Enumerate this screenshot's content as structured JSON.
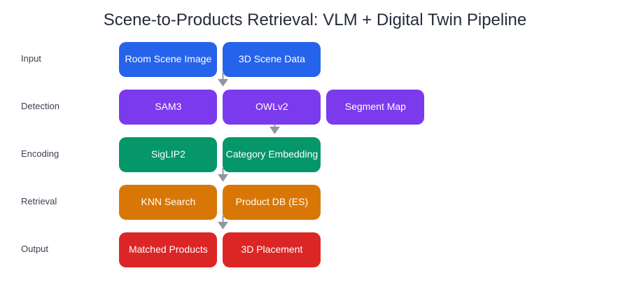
{
  "title": "Scene-to-Products Retrieval: VLM + Digital Twin Pipeline",
  "colors": {
    "background": "#ffffff",
    "title_text": "#262b3c",
    "label_text": "#394150",
    "node_text": "#ffffff",
    "arrow": "#8f96a1",
    "input": "#2563eb",
    "detection": "#7c3aed",
    "encoding": "#059669",
    "retrieval": "#d97706",
    "output": "#dc2626"
  },
  "rows": [
    {
      "id": "input",
      "label": "Input",
      "nodes": [
        "Room Scene Image",
        "3D Scene Data"
      ]
    },
    {
      "id": "detection",
      "label": "Detection",
      "nodes": [
        "SAM3",
        "OWLv2",
        "Segment Map"
      ]
    },
    {
      "id": "encoding",
      "label": "Encoding",
      "nodes": [
        "SigLIP2",
        "Category Embedding"
      ]
    },
    {
      "id": "retrieval",
      "label": "Retrieval",
      "nodes": [
        "KNN Search",
        "Product DB (ES)"
      ]
    },
    {
      "id": "output",
      "label": "Output",
      "nodes": [
        "Matched Products",
        "3D Placement"
      ]
    }
  ],
  "arrows": [
    {
      "from": "input",
      "to": "detection"
    },
    {
      "from": "detection",
      "to": "encoding"
    },
    {
      "from": "encoding",
      "to": "retrieval"
    },
    {
      "from": "retrieval",
      "to": "output"
    }
  ]
}
